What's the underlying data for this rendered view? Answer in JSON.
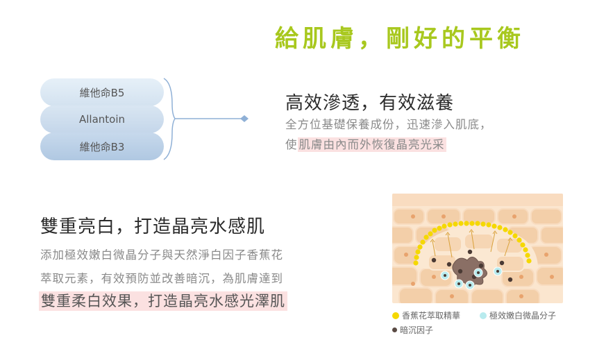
{
  "title": "給肌膚，剛好的平衡",
  "ingredients": [
    {
      "label": "維他命B5"
    },
    {
      "label": "Allantoin"
    },
    {
      "label": "維他命B3"
    }
  ],
  "section1": {
    "heading": "高效滲透，有效滋養",
    "line1": "全方位基礎保養成份，迅速滲入肌底，",
    "line2_prefix": "使",
    "line2_highlight": "肌膚由內而外恢復晶亮光采"
  },
  "section2": {
    "heading": "雙重亮白，打造晶亮水感肌",
    "line1": "添加極效嫩白微晶分子與天然淨白因子香蕉花",
    "line2": "萃取元素，有效預防並改善暗沉，為肌膚達到",
    "line3_highlight": "雙重柔白效果，打造晶亮水感光澤肌"
  },
  "legend": {
    "items": [
      {
        "label": "香蕉花萃取精華",
        "color": "#f5d800"
      },
      {
        "label": "極效嫩白微晶分子",
        "color": "#b8ebee"
      },
      {
        "label": "暗沉因子",
        "color": "#5a4a44"
      }
    ]
  },
  "colors": {
    "accent": "#a8c81e",
    "highlight": "#fbe1e1",
    "connector": "#8fb0d6"
  }
}
